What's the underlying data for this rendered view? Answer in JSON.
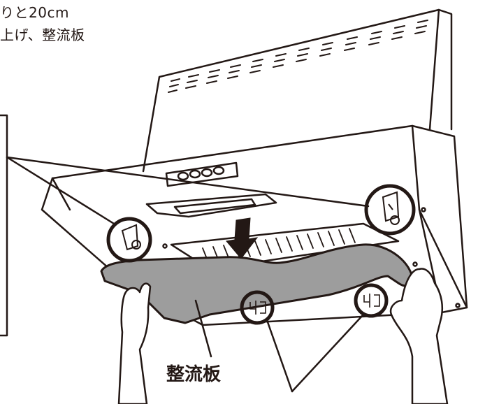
{
  "instructions": {
    "line_1": "りと20cm",
    "line_2": "上げ、整流板"
  },
  "labels": {
    "baffle_plate": "整流板"
  },
  "colors": {
    "ink": "#231815",
    "baffle_fill": "#9d9d9d",
    "background": "#ffffff"
  }
}
